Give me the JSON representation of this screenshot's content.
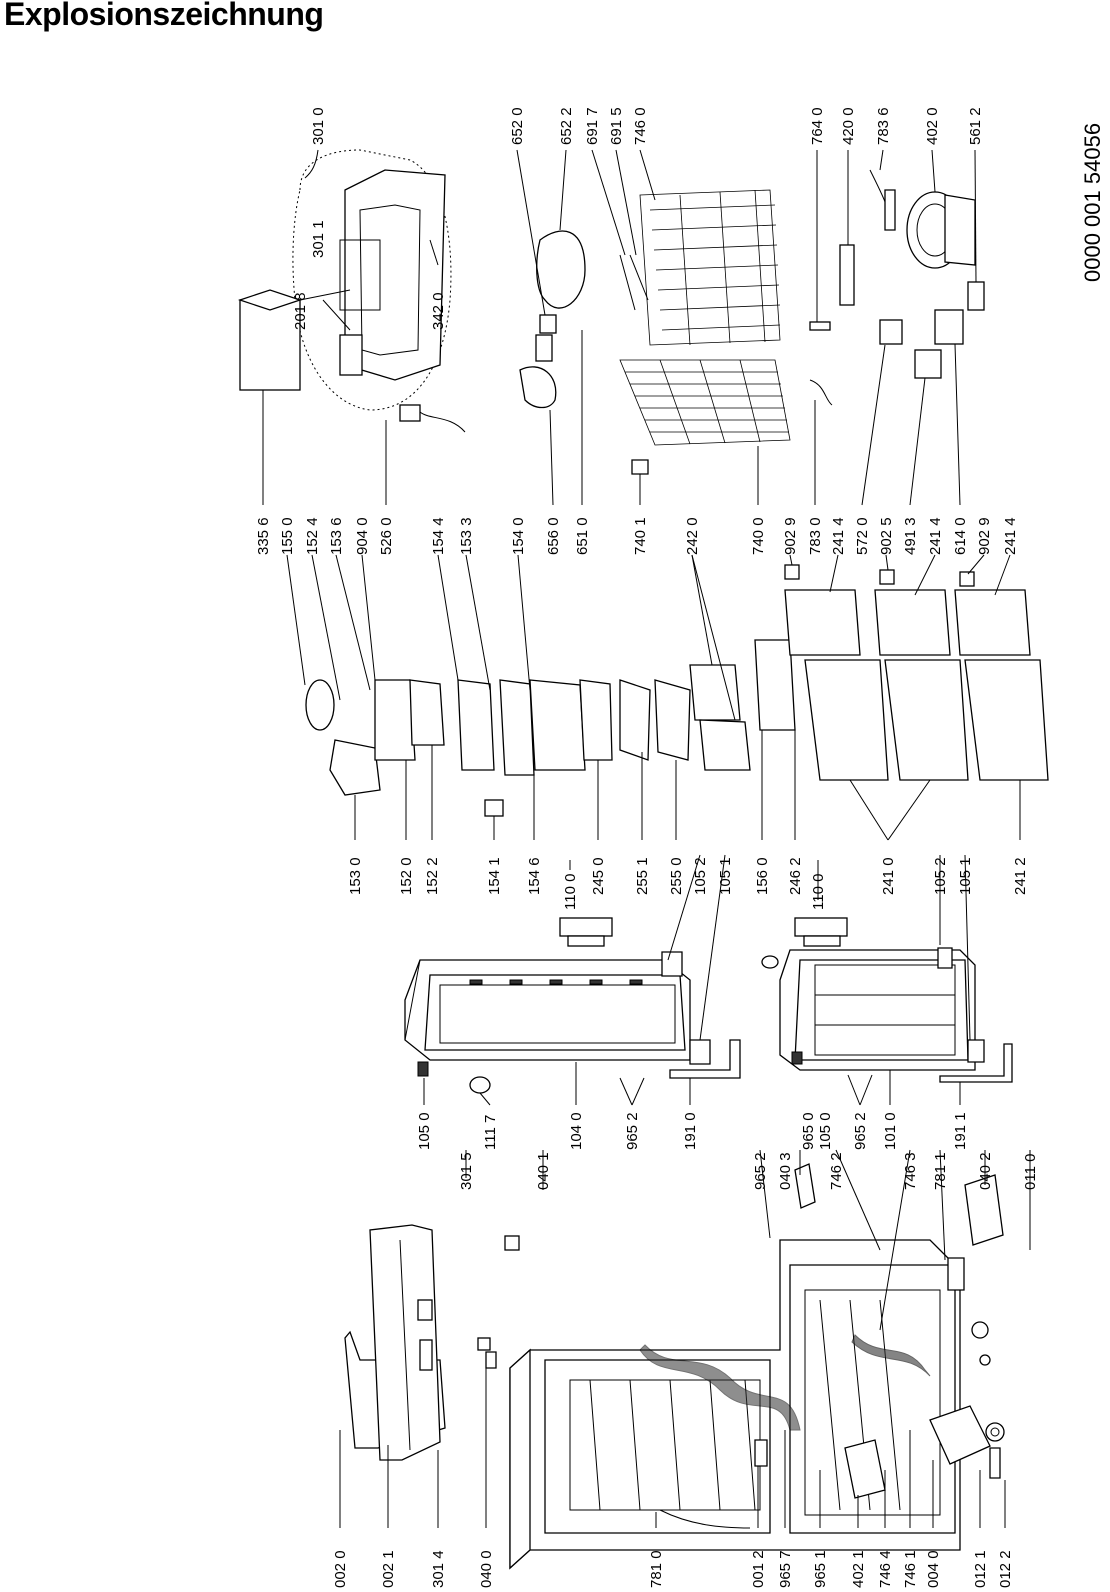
{
  "title": "Explosionszeichnung",
  "document_number": "0000 001 54056",
  "diagram_id": "Explosionszeichnung",
  "columns": [
    {
      "name": "col-a",
      "labels": [
        "002 0",
        "002 1",
        "301 4",
        "040 0",
        "781 0",
        "001 2",
        "965 7",
        "965 1",
        "402 1",
        "746 4",
        "746 1",
        "004 0",
        "012 1",
        "012 2"
      ]
    },
    {
      "name": "col-b",
      "labels": [
        "105 0",
        "301 5",
        "111 7",
        "040 1",
        "104 0",
        "965 2",
        "191 0",
        "965 2",
        "040 3",
        "965 0",
        "105 0",
        "746 2",
        "965 2",
        "101 0",
        "746 3",
        "781 1",
        "191 1",
        "040 2",
        "011 0"
      ]
    },
    {
      "name": "col-c",
      "labels": [
        "153 0",
        "152 0",
        "152 2",
        "154 1",
        "154 6",
        "110 0",
        "245 0",
        "255 1",
        "255 0",
        "105 2",
        "105 1",
        "156 0",
        "246 2",
        "110 0",
        "241 0",
        "105 2",
        "105 1",
        "241 2"
      ]
    },
    {
      "name": "col-d",
      "labels": [
        "335 6",
        "155 0",
        "152 4",
        "153 6",
        "904 0",
        "526 0",
        "154 4",
        "153 3",
        "154 0",
        "656 0",
        "651 0",
        "740 1",
        "242 0",
        "740 0",
        "902 9",
        "783 0",
        "241 4",
        "572 0",
        "902 5",
        "491 3",
        "241 4",
        "614 0",
        "902 9",
        "241 4"
      ]
    },
    {
      "name": "col-top",
      "labels": [
        "301 0",
        "301 1",
        "201 8",
        "342 0",
        "652 0",
        "652 2",
        "691 7",
        "691 5",
        "746 0",
        "764 0",
        "420 0",
        "783 6",
        "402 0",
        "561 2"
      ]
    }
  ]
}
